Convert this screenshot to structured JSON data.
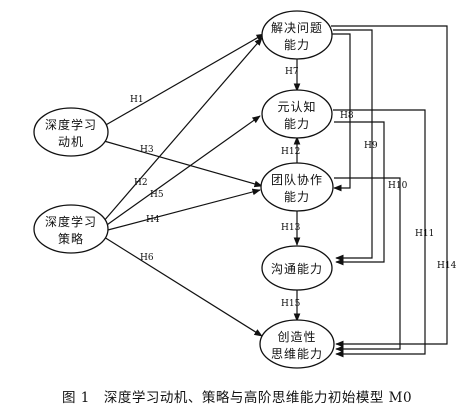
{
  "diagram": {
    "nodes": {
      "motivation": [
        "深度学习",
        "动机"
      ],
      "strategy": [
        "深度学习",
        "策略"
      ],
      "problem_solving": [
        "解决问题",
        "能力"
      ],
      "metacognition": [
        "元认知",
        "能力"
      ],
      "collaboration": [
        "团队协作",
        "能力"
      ],
      "communication": [
        "沟通能力"
      ],
      "creative_thinking": [
        "创造性",
        "思维能力"
      ]
    },
    "hypotheses": {
      "H1": "H1",
      "H2": "H2",
      "H3": "H3",
      "H4": "H4",
      "H5": "H5",
      "H6": "H6",
      "H7": "H7",
      "H8": "H8",
      "H9": "H9",
      "H10": "H10",
      "H11": "H11",
      "H12": "H12",
      "H13": "H13",
      "H14": "H14",
      "H15": "H15"
    }
  },
  "caption": "图 1　深度学习动机、策略与高阶思维能力初始模型 M0"
}
